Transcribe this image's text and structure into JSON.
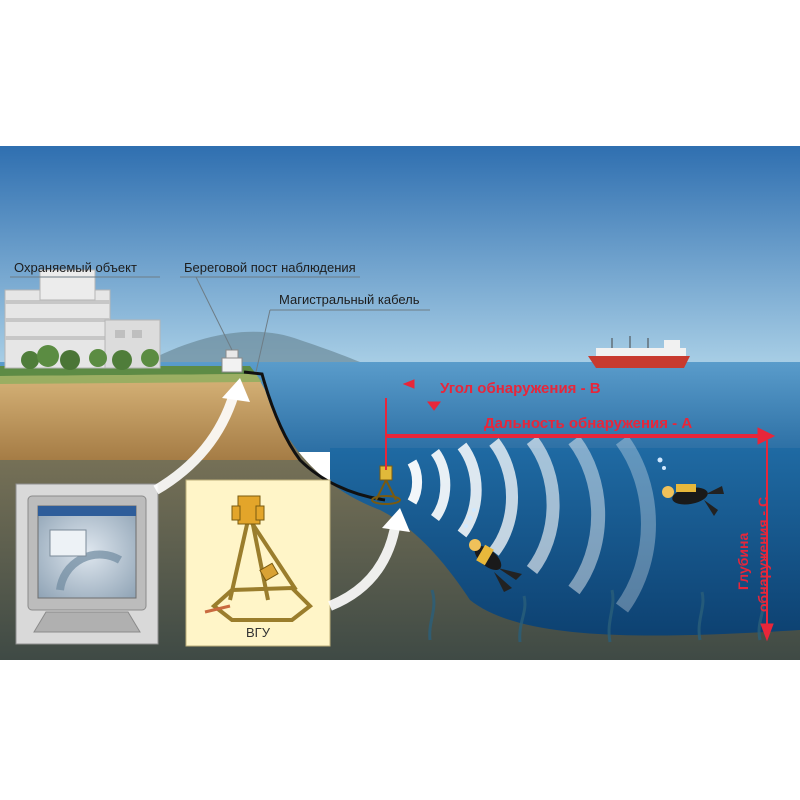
{
  "labels": {
    "protected_object": "Охраняемый объект",
    "coastal_post": "Береговой пост наблюдения",
    "main_cable": "Магистральный кабель",
    "detection_angle": "Угол обнаружения - В",
    "detection_range": "Дальность обнаружения - А",
    "depth_line1": "Глубина",
    "depth_line2": "обнаружения - С",
    "vgu": "ВГУ"
  },
  "colors": {
    "sky_top": "#2f6fb0",
    "sky_bottom": "#a9cfe6",
    "sea_surface": "#4b8fc2",
    "deep_water": "#0f4f86",
    "seabed": "#6d6a52",
    "cliff": "#c9a36a",
    "accent_red": "#e8263a",
    "inset_bg": "#fff5c8",
    "monitor_frame": "#b9b9b9"
  },
  "icons": {
    "ship": "cargo-ship-icon",
    "diver": "scuba-diver-icon",
    "sonar": "sonar-waves-icon",
    "monitor": "monitor-icon",
    "sensor": "hydroacoustic-sensor-icon"
  }
}
